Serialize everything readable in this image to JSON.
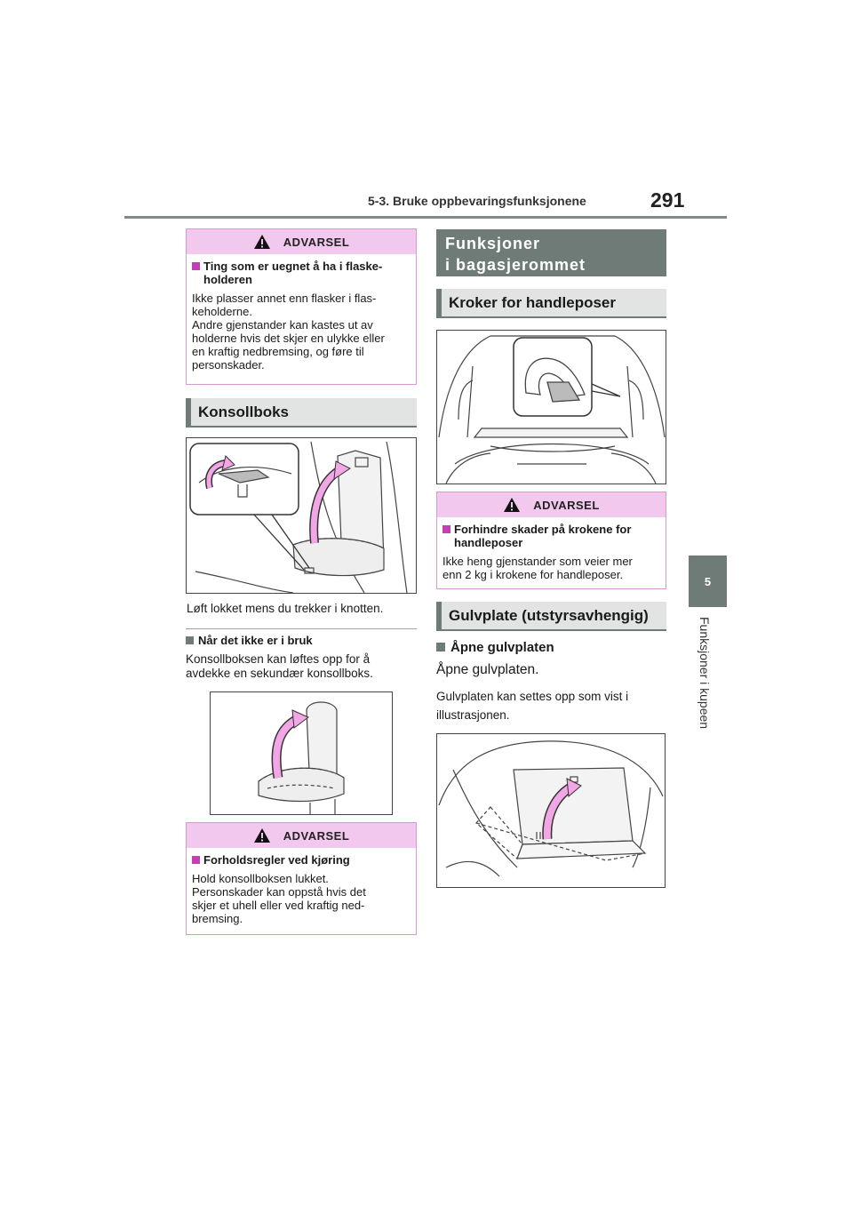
{
  "header": {
    "section": "5-3. Bruke oppbevaringsfunksjonene",
    "page_number": "291"
  },
  "side_tab": {
    "chapter": "5",
    "title": "Funksjoner i kupeen"
  },
  "left": {
    "warning1": {
      "label": "ADVARSEL",
      "title": "Ting som er uegnet å ha i flaske-\nholderen",
      "text": "Ikke plasser annet enn flasker i flas-\nkeholderne.\nAndre gjenstander kan kastes ut av\nholderne hvis det skjer en ulykke eller\nen kraftig nedbremsing, og føre til\npersonskader."
    },
    "heading": "Konsollboks",
    "fig1_caption": "Løft lokket mens du trekker i knotten.",
    "sub_heading": "Når det ikke er i bruk",
    "sub_text": "Konsollboksen kan løftes opp for å\navdekke en sekundær konsollboks.",
    "warning2": {
      "label": "ADVARSEL",
      "title": "Forholdsregler ved kjøring",
      "text": "Hold konsollboksen lukket.\nPersonskader kan oppstå hvis det\nskjer et uhell eller ved kraftig ned-\nbremsing."
    }
  },
  "right": {
    "main_heading_line1": "Funksjoner",
    "main_heading_line2": "i bagasjerommet",
    "heading1": "Kroker for handleposer",
    "warning": {
      "label": "ADVARSEL",
      "title": "Forhindre skader på krokene for\nhandleposer",
      "text": "Ikke heng gjenstander som veier mer\nenn 2 kg i krokene for handleposer."
    },
    "heading2": "Gulvplate (utstyrsavhengig)",
    "sub_heading": "Åpne gulvplaten",
    "step": "Åpne gulvplaten.",
    "body": "Gulvplaten kan settes opp som vist i\nillustrasjonen."
  },
  "colors": {
    "accent_gray": "#6f7b77",
    "warning_pink": "#f3c8ee",
    "warning_magenta": "#c33fb6"
  }
}
